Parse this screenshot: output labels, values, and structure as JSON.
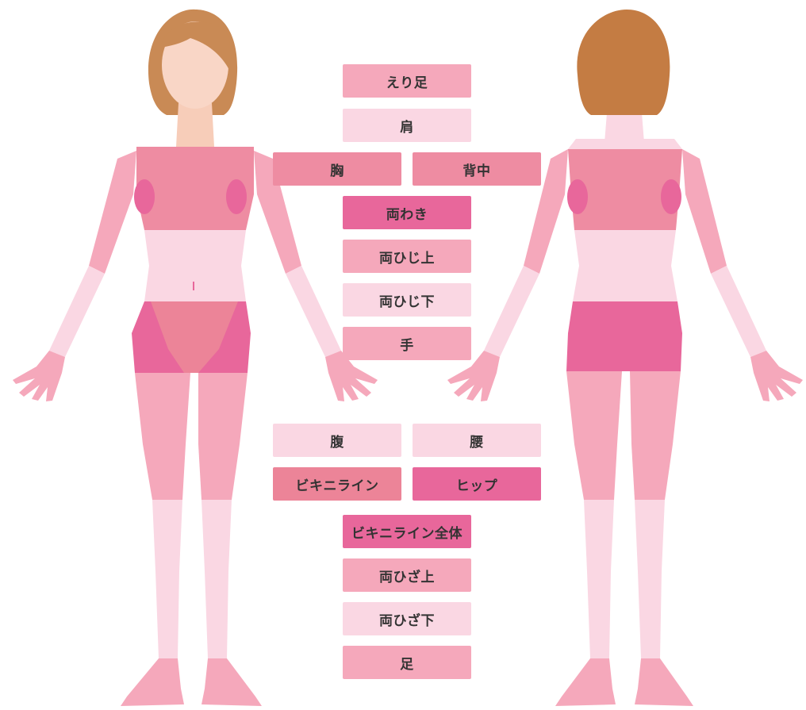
{
  "colors": {
    "hair": "#c98a55",
    "hair_back": "#c47c43",
    "skin": "#f9d6c6",
    "skin_neck": "#f7cdb9",
    "pale": "#fad7e3",
    "light": "#f5a8bb",
    "mid": "#ee8ca2",
    "strong": "#e8679b",
    "bikini": "#ec8498",
    "text": "#333333"
  },
  "labels": [
    {
      "id": "erisoku",
      "text": "えり足",
      "color": "#f5a8bb"
    },
    {
      "id": "kata",
      "text": "肩",
      "color": "#fad7e3"
    },
    {
      "id": "mune",
      "text": "胸",
      "color": "#ee8ca2"
    },
    {
      "id": "senaka",
      "text": "背中",
      "color": "#ee8ca2"
    },
    {
      "id": "ryowaki",
      "text": "両わき",
      "color": "#e8679b"
    },
    {
      "id": "hiji-ue",
      "text": "両ひじ上",
      "color": "#f5a8bb"
    },
    {
      "id": "hiji-shita",
      "text": "両ひじ下",
      "color": "#fad7e3"
    },
    {
      "id": "te",
      "text": "手",
      "color": "#f5a8bb"
    },
    {
      "id": "hara",
      "text": "腹",
      "color": "#fad7e3"
    },
    {
      "id": "koshi",
      "text": "腰",
      "color": "#fad7e3"
    },
    {
      "id": "bikini-line",
      "text": "ビキニライン",
      "color": "#ec8498"
    },
    {
      "id": "hip",
      "text": "ヒップ",
      "color": "#e8679b"
    },
    {
      "id": "bikini-zentai",
      "text": "ビキニライン全体",
      "color": "#e8679b"
    },
    {
      "id": "hiza-ue",
      "text": "両ひざ上",
      "color": "#f5a8bb"
    },
    {
      "id": "hiza-shita",
      "text": "両ひざ下",
      "color": "#fad7e3"
    },
    {
      "id": "ashi",
      "text": "足",
      "color": "#f5a8bb"
    }
  ]
}
